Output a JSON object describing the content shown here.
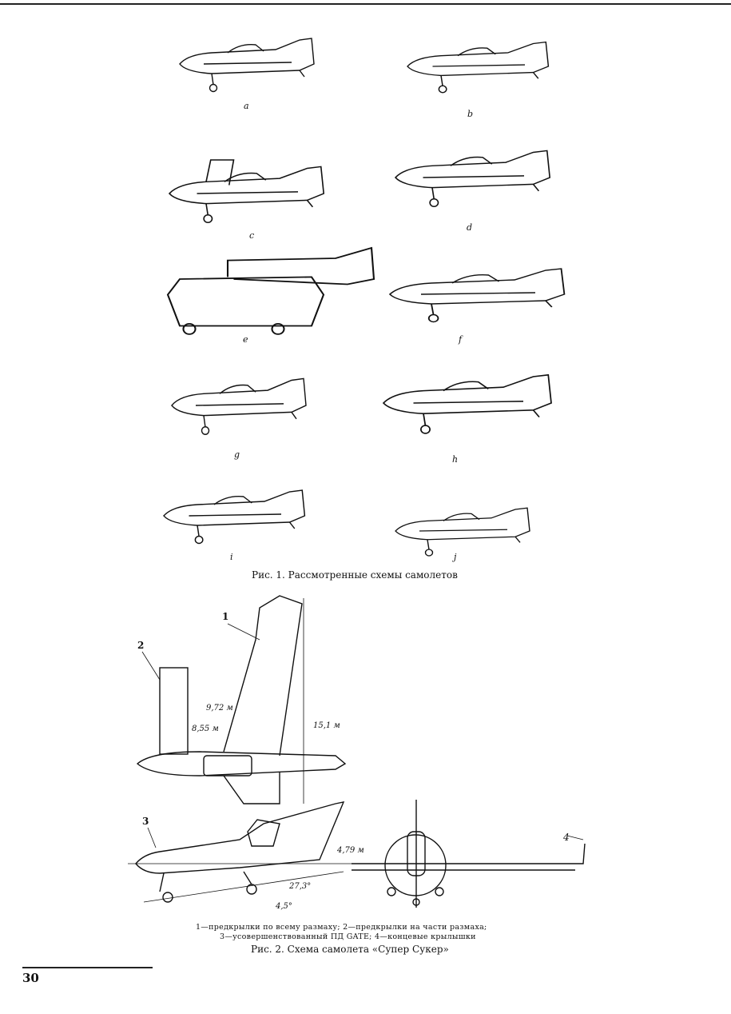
{
  "figure1": {
    "panel_labels": [
      "a",
      "b",
      "c",
      "d",
      "e",
      "f",
      "g",
      "h",
      "i",
      "j"
    ],
    "caption": "Рис. 1. Рассмотренные схемы самолетов"
  },
  "figure2": {
    "callouts": [
      "1",
      "2",
      "3",
      "4"
    ],
    "dimensions": {
      "span_partial": "9,72 м",
      "span_inner": "8,55 м",
      "span_full": "15,1 м",
      "height": "4,79 м",
      "angle_tail": "27,3°",
      "angle_ground": "4,5°"
    },
    "legend_line1": "1—предкрылки по всему размаху; 2—предкрылки на части размаха;",
    "legend_line2": "3—усовершенствованный ПД GATE; 4—концевые крылышки",
    "caption": "Рис. 2. Схема самолета «Супер Сукер»"
  },
  "page_number": "30"
}
